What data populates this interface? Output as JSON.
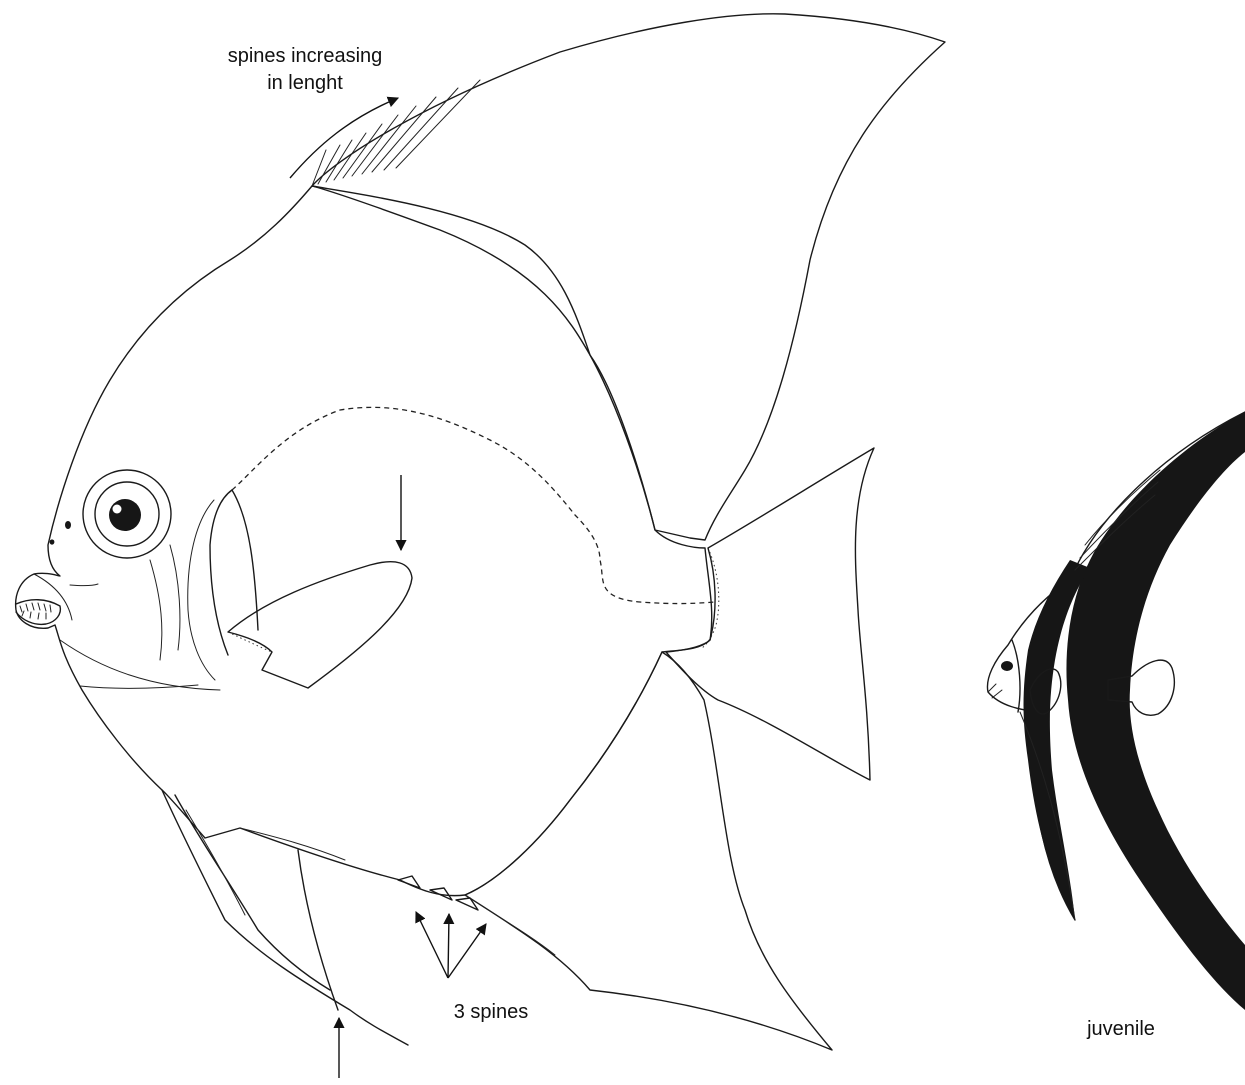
{
  "labels": {
    "dorsal_spines_line1": "spines increasing",
    "dorsal_spines_line2": "in lenght",
    "anal_spines": "3 spines",
    "juvenile": "juvenile"
  },
  "colors": {
    "background": "#ffffff",
    "line": "#1a1a1a",
    "juvenile_band": "#161616"
  }
}
